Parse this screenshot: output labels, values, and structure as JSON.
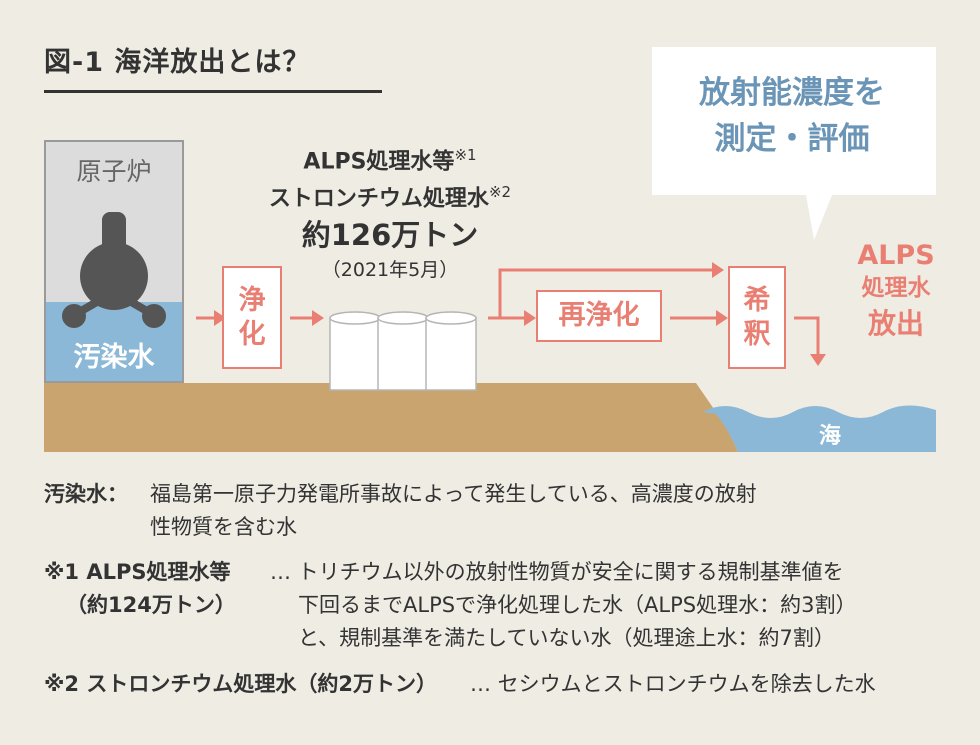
{
  "title": "図-1 海洋放出とは？",
  "reactor": {
    "label": "原子炉",
    "water_label": "汚染水"
  },
  "process": {
    "purify": "浄化",
    "repurify": "再浄化",
    "dilute": "希釈"
  },
  "alps": {
    "line1": "ALPS処理水等",
    "line1_mark": "※1",
    "line2": "ストロンチウム処理水",
    "line2_mark": "※2",
    "amount": "約126万トン",
    "date": "（2021年5月）"
  },
  "bubble": {
    "line1": "放射能濃度を",
    "line2": "測定・評価"
  },
  "release": {
    "line1": "ALPS",
    "line2": "処理水",
    "line3": "放出"
  },
  "sea_label": "海",
  "notes": {
    "n1_term": "汚染水：",
    "n1_line1": "福島第一原子力発電所事故によって発生している、高濃度の放射",
    "n1_line2": "性物質を含む水",
    "n2_term_l1": "※1 ALPS処理水等",
    "n2_term_l2": "（約124万トン）",
    "n2_line1": "… トリチウム以外の放射性物質が安全に関する規制基準値を",
    "n2_line2": "下回るまでALPSで浄化処理した水（ALPS処理水：約3割）",
    "n2_line3": "と、規制基準を満たしていない水（処理途上水：約7割）",
    "n3_term": "※2 ストロンチウム処理水（約2万トン）",
    "n3_desc": "… セシウムとストロンチウムを除去した水"
  },
  "colors": {
    "accent": "#e97f73",
    "water": "#8bb8d6",
    "ground": "#c9a46e",
    "bubble_text": "#6b95b6",
    "background": "#efece4"
  }
}
